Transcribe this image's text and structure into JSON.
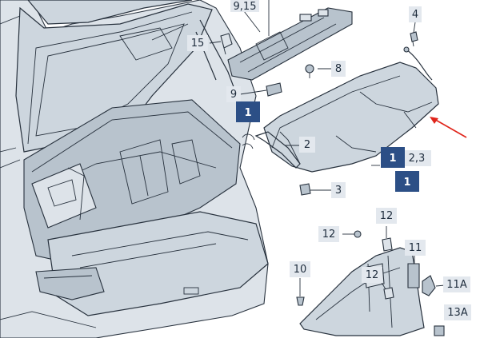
{
  "callouts": {
    "c_9_15": "9,15",
    "c_4": "4",
    "c_15": "15",
    "c_8": "8",
    "c_9": "9",
    "c_2": "2",
    "c_2_3": "2,3",
    "c_3": "3",
    "c_12_top": "12",
    "c_12_left": "12",
    "c_11": "11",
    "c_10": "10",
    "c_12_inner": "12",
    "c_11a": "11A",
    "c_13a": "13A"
  },
  "badges": {
    "b1": "1",
    "b2": "1",
    "b3": "1"
  },
  "colors": {
    "badge": "#2c4f86",
    "callout_bg": "#e3e8ee",
    "arrow": "#e0251b",
    "panel": "#cdd6de"
  }
}
